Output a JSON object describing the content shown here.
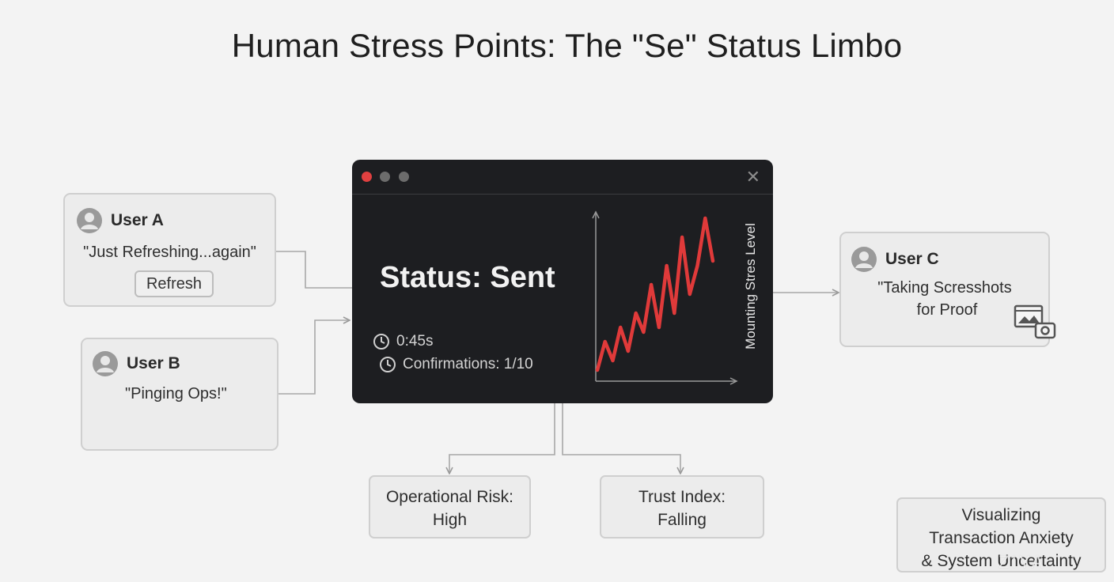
{
  "title": "Human Stress Points: The \"Se\" Status Limbo",
  "users": {
    "a": {
      "name": "User A",
      "quote": "\"Just Refreshing...again\"",
      "button_label": "Refresh",
      "icon": "user-avatar-icon"
    },
    "b": {
      "name": "User B",
      "quote": "\"Pinging Ops!\"",
      "icon": "user-avatar-icon"
    },
    "c": {
      "name": "User C",
      "quote_line1": "\"Taking Scresshots",
      "quote_line2": "for Proof",
      "icon": "user-avatar-icon",
      "badge_icon": "screenshot-camera-icon"
    }
  },
  "status_window": {
    "status": "Status: Sent",
    "timer": "0:45s",
    "confirmations": "Confirmations: 1/10",
    "chart_label": "Mounting Stres Level",
    "colors": {
      "close": "#e04040",
      "minimize": "#6c6c6c",
      "maximize": "#6c6c6c",
      "stress_line": "#e03a3a",
      "background": "#1d1e21"
    },
    "stress_series": [
      1,
      4,
      2,
      5.5,
      3,
      7,
      5,
      10,
      5.5,
      12,
      7,
      15,
      9,
      12,
      17,
      12.5
    ]
  },
  "metrics": {
    "risk": {
      "line1": "Operational Risk:",
      "line2": "High"
    },
    "trust": {
      "line1": "Trust Index:",
      "line2": "Falling"
    }
  },
  "caption": {
    "line1": "Visualizing",
    "line2": "Transaction Anxiety",
    "line3": "& System Uncertainty"
  },
  "watermark": "ZIYA"
}
